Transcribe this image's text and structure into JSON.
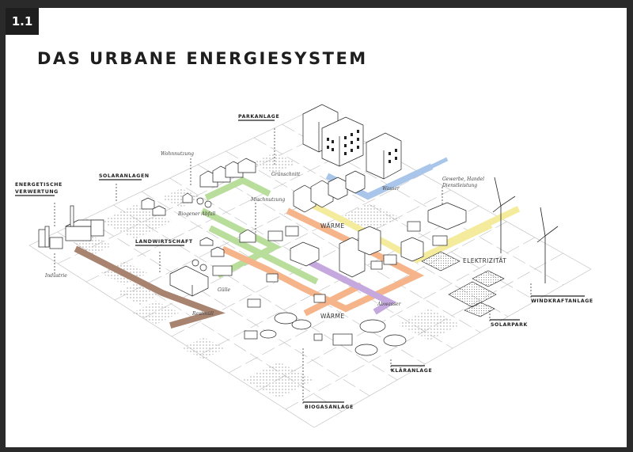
{
  "badge": "1.1",
  "title": "DAS URBANE ENERGIESYSTEM",
  "labels": {
    "energetische_1": "ENERGETISCHE",
    "energetische_2": "VERWERTUNG",
    "solaranlagen": "SOLARANLAGEN",
    "parkanlage": "PARKANLAGE",
    "landwirtschaft": "LANDWIRTSCHAFT",
    "biogasanlage": "BIOGASANLAGE",
    "klaeranlage": "KLÄRANLAGE",
    "solarpark": "SOLARPARK",
    "windkraftanlage": "WINDKRAFTANLAGE"
  },
  "italic": {
    "industrie": "Industrie",
    "wohnnutzung": "Wohnnutzung",
    "gruenschnitt": "Grünschnitt",
    "biogener_abfall": "Biogener Abfall",
    "mischnutzung": "Mischnutzung",
    "gewerbe": "Gewerbe, Handel",
    "dienstleistung": "Dienstleistung",
    "wasser": "Wasser",
    "guelle": "Gülle",
    "restmuell": "Restmüll",
    "abwasser": "Abwasser"
  },
  "flows": {
    "waerme_top": "WÄRME",
    "waerme_bottom": "WÄRME",
    "elektrizitaet": "ELEKTRIZITÄT"
  },
  "colors": {
    "restmuell": "#a8836f",
    "guelle": "#b9dd9a",
    "waerme": "#f5b48a",
    "abwasser": "#c5a8dd",
    "elektrizitaet": "#f4ec9c",
    "wasser": "#a9c6ea",
    "grid": "#bdbdbd"
  }
}
